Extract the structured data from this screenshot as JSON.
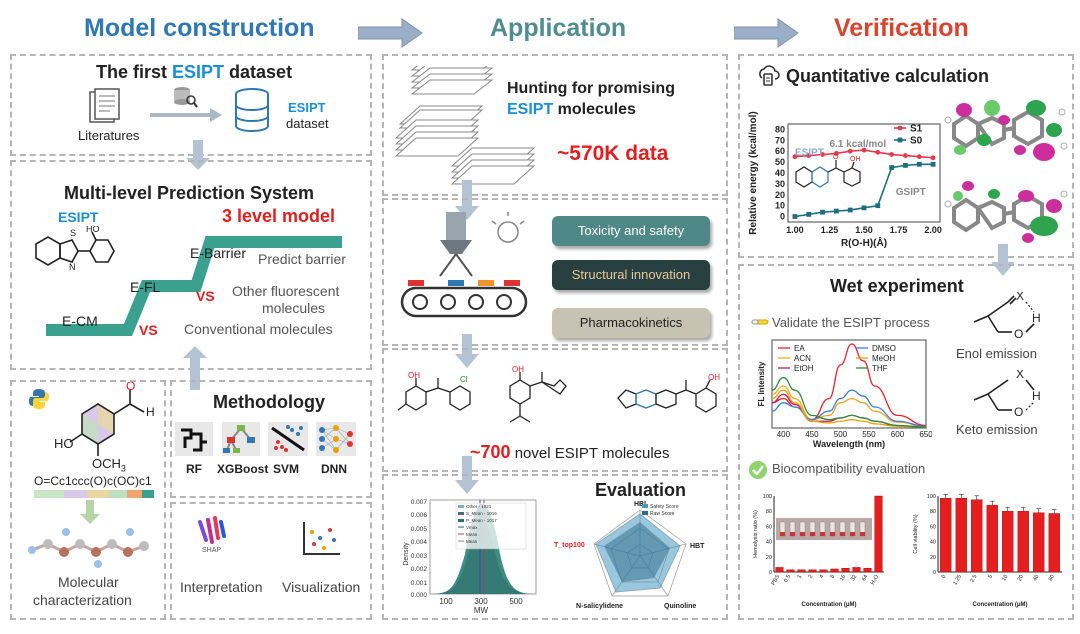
{
  "headers": {
    "model": "Model construction",
    "application": "Application",
    "verification": "Verification"
  },
  "colors": {
    "blue": "#2f78b3",
    "teal": "#4f8d8e",
    "red": "#d9442f",
    "accent_red": "#e31e1e",
    "esipt_blue": "#1a8fd8"
  },
  "model": {
    "dataset_title_pre": "The first ",
    "dataset_title_esipt": "ESIPT",
    "dataset_title_post": " dataset",
    "literatures": "Literatures",
    "esipt": "ESIPT",
    "dataset": "dataset",
    "prediction_title": "Multi-level Prediction System",
    "esipt_label": "ESIPT",
    "level_model": "3 level model",
    "e_barrier": "E-Barrier",
    "predict_barrier": "Predict barrier",
    "e_fl": "E-FL",
    "vs1": "VS",
    "other_fluorescent": "Other fluorescent",
    "molecules": "molecules",
    "e_cm": "E-CM",
    "vs2": "VS",
    "conventional": "Conventional molecules",
    "smiles": "O=Cc1ccc(O)c(OC)c1",
    "oh": "HO",
    "och3": "OCH",
    "och3_sub": "3",
    "o_label": "O",
    "h_label": "H",
    "mol_char_1": "Molecular",
    "mol_char_2": "characterization",
    "methodology": "Methodology",
    "methods": [
      "RF",
      "XGBoost",
      "SVM",
      "DNN"
    ],
    "interpretation": "Interpretation",
    "shap": "SHAP",
    "visualization": "Visualization"
  },
  "application": {
    "hunting_1": "Hunting for promising",
    "hunting_esipt": "ESIPT",
    "hunting_2": " molecules",
    "data_count": "~570K data",
    "buttons": [
      "Toxicity and safety",
      "Structural innovation",
      "Pharmacokinetics"
    ],
    "novel_count": "~700",
    "novel_text": " novel ESIPT molecules",
    "oh1": "OH",
    "cl": "Cl",
    "oh2": "OH",
    "oh3": "OH",
    "evaluation": "Evaluation",
    "radar_labels": {
      "top": "HBI",
      "right": "HBT",
      "bottom_right": "Quinoline",
      "bottom_left": "N-salicylidene",
      "left": "T_top100"
    },
    "radar_legend": [
      "Safety Score",
      "Raw Score"
    ],
    "density_legend": [
      "Other - 1021",
      "S_Mean - 1016",
      "P_Mean - 1017",
      "Vmax",
      "Mean",
      "Mean"
    ],
    "density_ylabel": "Density",
    "density_xlabel": "MW",
    "density_yticks": [
      "0.007",
      "0.006",
      "0.005",
      "0.004",
      "0.003",
      "0.002",
      "0.001",
      "0.000"
    ],
    "density_xticks": [
      "100",
      "300",
      "500"
    ]
  },
  "verification": {
    "quant_title": "Quantitative calculation",
    "wet_title": "Wet experiment",
    "validate": "Validate the ESIPT process",
    "enol": "Enol emission",
    "keto": "Keto emission",
    "biocompat": "Biocompatibility evaluation",
    "x_label": "X",
    "h_label": "H",
    "o_label": "O"
  },
  "chart_data": [
    {
      "type": "line",
      "title": "",
      "xlabel": "R(O-H)(Å)",
      "ylabel": "Relative energy (kcal/mol)",
      "xlim": [
        0.95,
        2.05
      ],
      "ylim": [
        -5,
        85
      ],
      "xticks": [
        "1.00",
        "1.25",
        "1.50",
        "1.75",
        "2.00"
      ],
      "yticks": [
        "0",
        "10",
        "20",
        "30",
        "40",
        "50",
        "60",
        "70",
        "80"
      ],
      "x": [
        1.0,
        1.1,
        1.2,
        1.3,
        1.4,
        1.5,
        1.6,
        1.7,
        1.8,
        1.9,
        2.0
      ],
      "series": [
        {
          "name": "S1",
          "color": "#e8384a",
          "values": [
            55,
            56,
            57,
            58,
            60,
            61,
            59,
            57,
            56,
            55,
            54
          ]
        },
        {
          "name": "S0",
          "color": "#1c6e80",
          "values": [
            0,
            2,
            4,
            5,
            6,
            8,
            10,
            45,
            47,
            48,
            48
          ]
        }
      ],
      "annotations": [
        "6.1 kcal/mol",
        "ESIPT",
        "GSIPT",
        "O",
        "OH"
      ]
    },
    {
      "type": "line",
      "title": "",
      "xlabel": "Wavelength (nm)",
      "ylabel": "FL Intensity",
      "xlim": [
        380,
        650
      ],
      "xticks": [
        "400",
        "450",
        "500",
        "550",
        "600",
        "650"
      ],
      "x": [
        380,
        400,
        420,
        450,
        480,
        500,
        520,
        540,
        560,
        600,
        650
      ],
      "series": [
        {
          "name": "EA",
          "color": "#e8222d",
          "values": [
            0.3,
            0.35,
            0.25,
            0.1,
            0.35,
            0.75,
            1.0,
            0.8,
            0.5,
            0.15,
            0.03
          ]
        },
        {
          "name": "ACN",
          "color": "#f5a623",
          "values": [
            0.4,
            0.5,
            0.35,
            0.1,
            0.15,
            0.3,
            0.35,
            0.3,
            0.2,
            0.07,
            0.02
          ]
        },
        {
          "name": "EtOH",
          "color": "#c2185b",
          "values": [
            0.3,
            0.4,
            0.28,
            0.08,
            0.08,
            0.12,
            0.15,
            0.12,
            0.08,
            0.03,
            0.01
          ]
        },
        {
          "name": "DMSO",
          "color": "#3f7fe0",
          "values": [
            0.2,
            0.3,
            0.25,
            0.1,
            0.2,
            0.35,
            0.45,
            0.38,
            0.25,
            0.08,
            0.02
          ]
        },
        {
          "name": "MeOH",
          "color": "#e8a200",
          "values": [
            0.35,
            0.45,
            0.3,
            0.08,
            0.06,
            0.08,
            0.1,
            0.08,
            0.05,
            0.02,
            0.01
          ]
        },
        {
          "name": "THF",
          "color": "#2e8b3a",
          "values": [
            0.45,
            0.6,
            0.45,
            0.15,
            0.1,
            0.12,
            0.15,
            0.12,
            0.08,
            0.03,
            0.01
          ]
        }
      ]
    },
    {
      "type": "bar",
      "title": "",
      "xlabel": "Concentration (μM)",
      "ylabel": "Hemolysis ratio (%)",
      "ylim": [
        0,
        100
      ],
      "yticks": [
        "0",
        "20",
        "40",
        "60",
        "80",
        "100"
      ],
      "categories": [
        "PBS",
        "0.5",
        "1",
        "2",
        "4",
        "8",
        "16",
        "32",
        "64",
        "H₂O"
      ],
      "values": [
        6,
        3,
        3,
        3,
        3,
        4,
        5,
        6,
        5,
        100
      ]
    },
    {
      "type": "bar",
      "title": "",
      "xlabel": "Concentration (μM)",
      "ylabel": "Cell viability (%)",
      "ylim": [
        0,
        100
      ],
      "yticks": [
        "0",
        "20",
        "40",
        "60",
        "80",
        "100"
      ],
      "categories": [
        "0",
        "1.25",
        "2.5",
        "5",
        "10",
        "20",
        "40",
        "80"
      ],
      "values": [
        97,
        97,
        95,
        88,
        80,
        80,
        78,
        77
      ]
    }
  ]
}
